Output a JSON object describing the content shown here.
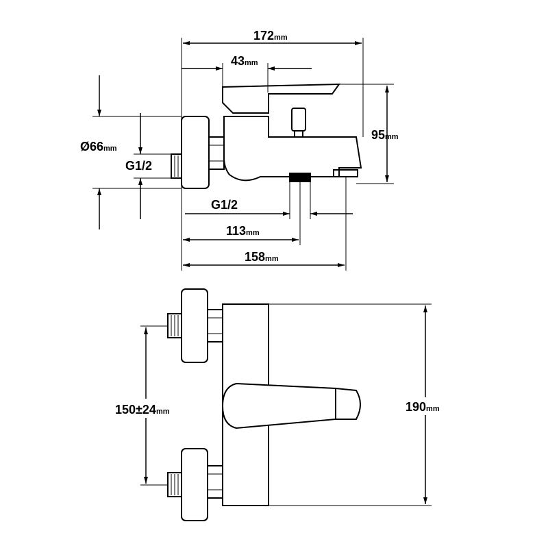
{
  "colors": {
    "line": "#000000",
    "background": "#ffffff"
  },
  "side_view": {
    "width_total": {
      "value": "172",
      "unit": "mm"
    },
    "lever_offset": {
      "value": "43",
      "unit": "mm"
    },
    "height": {
      "value": "95",
      "unit": "mm"
    },
    "flange_dia": {
      "value": "Ø66",
      "unit": "mm"
    },
    "inlet_thread": {
      "value": "G1/2",
      "unit": ""
    },
    "outlet_thread": {
      "value": "G1/2",
      "unit": ""
    },
    "outlet_position": {
      "value": "113",
      "unit": "mm"
    },
    "spout_reach": {
      "value": "158",
      "unit": "mm"
    }
  },
  "top_view": {
    "inlet_spacing": {
      "value": "150±24",
      "unit": "mm"
    },
    "body_length": {
      "value": "190",
      "unit": "mm"
    }
  }
}
